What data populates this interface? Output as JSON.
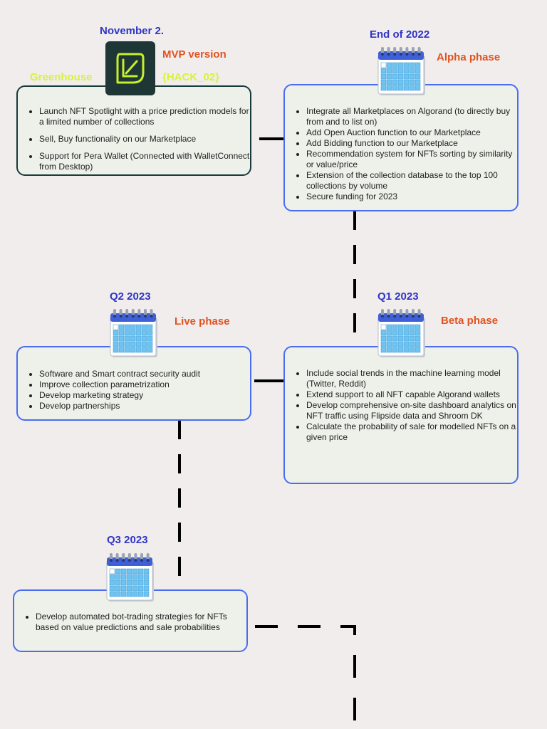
{
  "colors": {
    "background": "#f1eded",
    "date_text": "#2f35c4",
    "phase_text": "#e0531f",
    "greenhouse_text": "#d8f23a",
    "card_border_blue": "#4a6cf0",
    "card_border_dark": "#183a3a",
    "card_fill": "#eef1ea"
  },
  "mvp": {
    "date": "November 2.",
    "phase": "MVP version",
    "greenhouse": "Greenhouse",
    "hack": "{HACK_02}",
    "logo_icon": "greenhouse-leaf-logo",
    "items": [
      "Launch NFT Spotlight with a price prediction models for a limited number of collections",
      "Sell, Buy functionality on our Marketplace",
      "Support for Pera Wallet (Connected with WalletConnect from Desktop)"
    ]
  },
  "alpha": {
    "date": "End of 2022",
    "phase": "Alpha phase",
    "icon": "calendar-icon",
    "items": [
      "Integrate all Marketplaces on Algorand (to directly buy from and to list on)",
      "Add Open Auction function to our Marketplace",
      "Add Bidding function to our Marketplace",
      "Recommendation system for NFTs sorting by similarity or value/price",
      "Extension of the collection database to the top 100 collections by volume",
      "Secure funding for 2023"
    ]
  },
  "beta": {
    "date": "Q1 2023",
    "phase": "Beta phase",
    "icon": "calendar-icon",
    "items": [
      "Include social trends in the machine learning model (Twitter, Reddit)",
      "Extend support to all NFT capable Algorand wallets",
      "Develop comprehensive on-site dashboard analytics on NFT traffic using Flipside data and Shroom DK",
      "Calculate the probability of sale for modelled NFTs on a given price"
    ]
  },
  "live": {
    "date": "Q2 2023",
    "phase": "Live phase",
    "icon": "calendar-icon",
    "items": [
      "Software and Smart contract security audit",
      "Improve collection parametrization",
      "Develop marketing strategy",
      "Develop partnerships"
    ]
  },
  "q3": {
    "date": "Q3 2023",
    "icon": "calendar-icon",
    "items": [
      "Develop automated bot-trading strategies for NFTs based on value predictions and sale probabilities"
    ]
  }
}
